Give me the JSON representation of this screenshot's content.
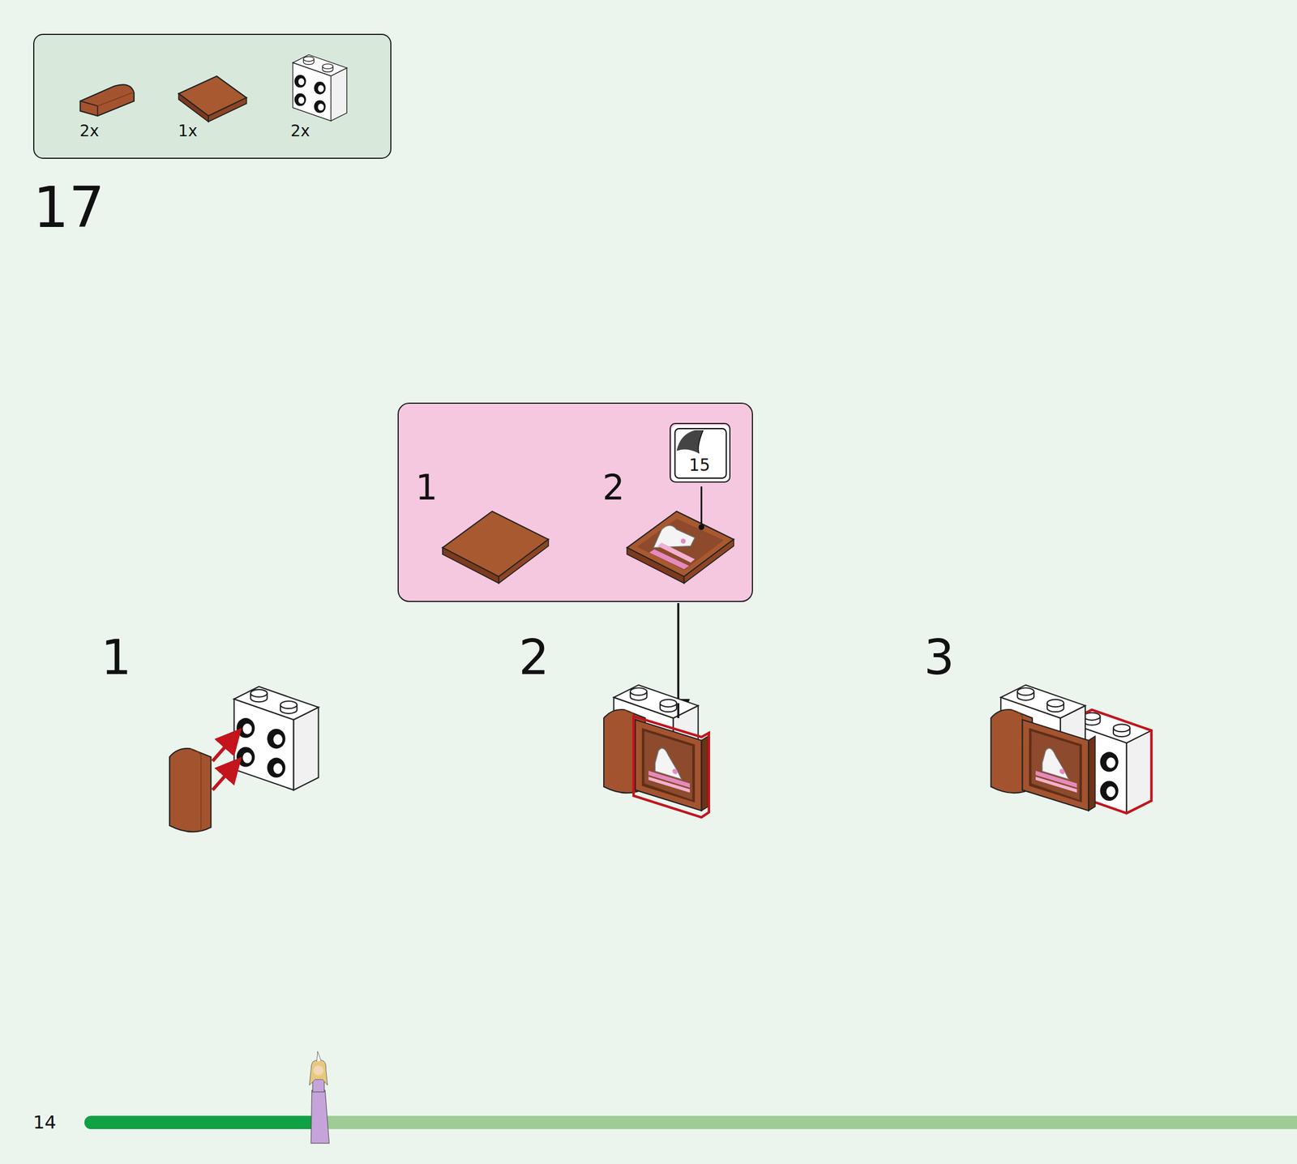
{
  "diagram": {
    "nodes": [
      {
        "text": [
          "2x",
          "1x",
          "2x"
        ]
      },
      {
        "text": [
          "1",
          "2"
        ]
      },
      {
        "text": [
          "15"
        ],
        "in": 1
      }
    ],
    "edges": [],
    "labels": [
      "17",
      "1",
      "2",
      "3",
      "14"
    ]
  }
}
